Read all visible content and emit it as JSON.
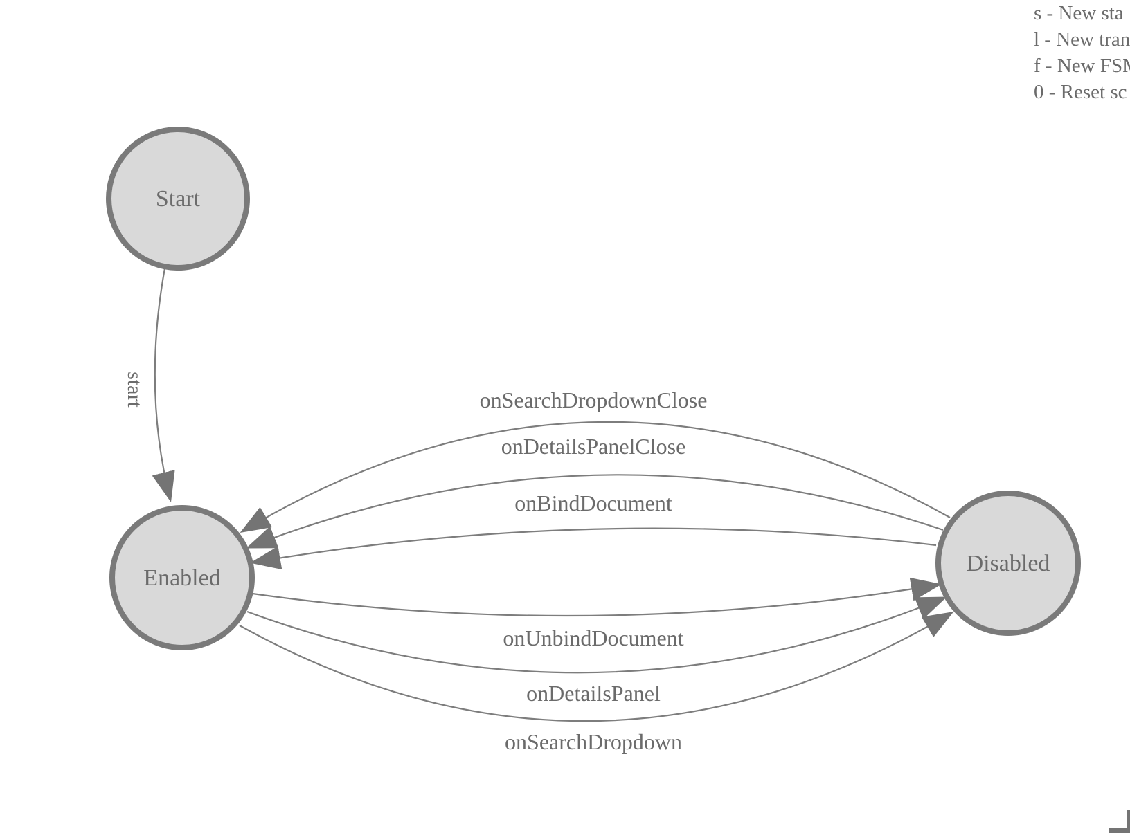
{
  "colors": {
    "node_fill": "#d9d9d9",
    "node_stroke": "#7a7a7a",
    "edge": "#7d7d7d",
    "arrow": "#747474",
    "text": "#6b6b6b",
    "background": "#ffffff"
  },
  "legend": {
    "lines": [
      "s - New sta",
      "l - New tran",
      "f - New FSM",
      "0 - Reset sc"
    ]
  },
  "diagram": {
    "states": [
      {
        "label": "Start"
      },
      {
        "label": "Enabled"
      },
      {
        "label": "Disabled"
      }
    ],
    "transitions": [
      {
        "from": "Start",
        "to": "Enabled",
        "label": "start"
      },
      {
        "from": "Disabled",
        "to": "Enabled",
        "label": "onSearchDropdownClose"
      },
      {
        "from": "Disabled",
        "to": "Enabled",
        "label": "onDetailsPanelClose"
      },
      {
        "from": "Disabled",
        "to": "Enabled",
        "label": "onBindDocument"
      },
      {
        "from": "Enabled",
        "to": "Disabled",
        "label": "onUnbindDocument"
      },
      {
        "from": "Enabled",
        "to": "Disabled",
        "label": "onDetailsPanel"
      },
      {
        "from": "Enabled",
        "to": "Disabled",
        "label": "onSearchDropdown"
      }
    ]
  }
}
